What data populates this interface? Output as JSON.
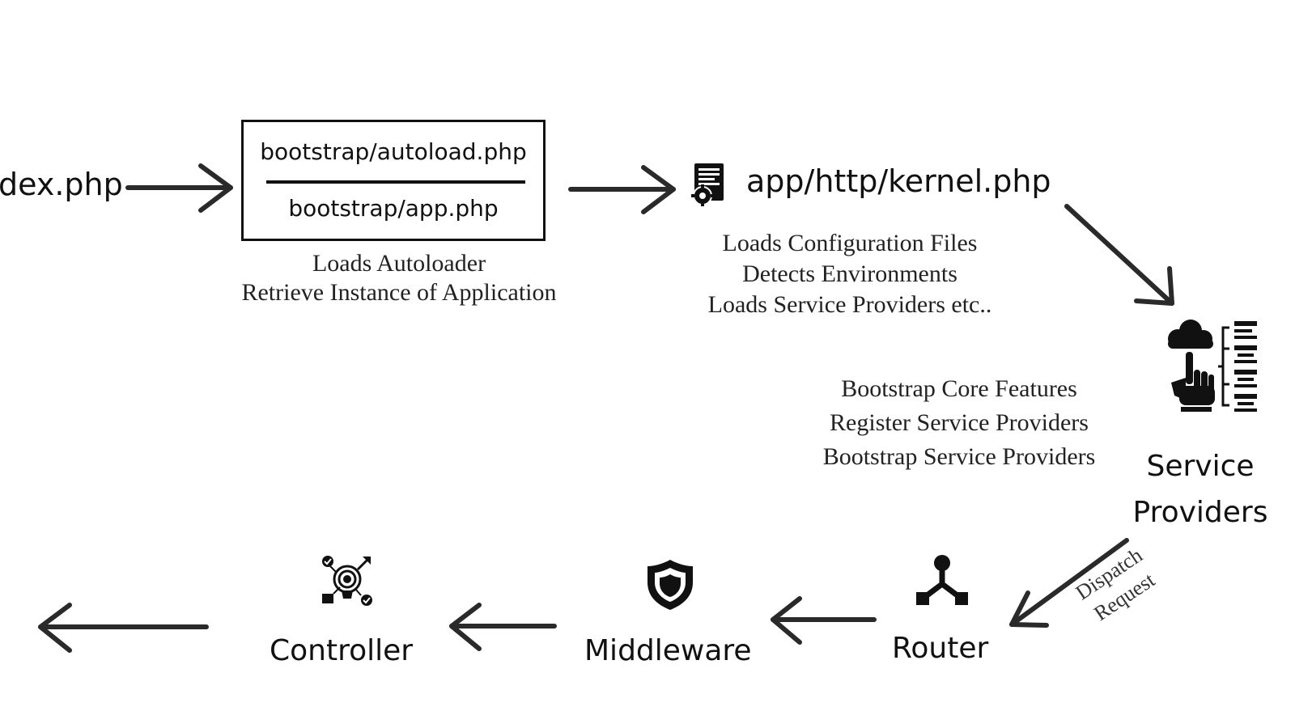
{
  "nodes": {
    "index": {
      "label": "dex.php"
    },
    "bootstrap": {
      "line1": "bootstrap/autoload.php",
      "line2": "bootstrap/app.php",
      "desc": [
        "Loads Autoloader",
        "Retrieve Instance of Application"
      ]
    },
    "kernel": {
      "label": "app/http/kernel.php",
      "icon": "server-gear-icon",
      "desc": [
        "Loads Configuration Files",
        "Detects Environments",
        "Loads Service Providers etc.."
      ]
    },
    "service_providers": {
      "label_line1": "Service",
      "label_line2": "Providers",
      "icon": "cloud-hand-hierarchy-icon",
      "desc": [
        "Bootstrap Core Features",
        "Register Service Providers",
        "Bootstrap Service Providers"
      ]
    },
    "router": {
      "label": "Router",
      "icon": "router-branch-icon"
    },
    "middleware": {
      "label": "Middleware",
      "icon": "shield-icon"
    },
    "controller": {
      "label": "Controller",
      "icon": "target-controller-icon"
    }
  },
  "edge_labels": {
    "dispatch": [
      "Dispatch",
      "Request"
    ]
  },
  "colors": {
    "ink": "#111111",
    "text_serif": "#222222",
    "background": "#ffffff"
  }
}
